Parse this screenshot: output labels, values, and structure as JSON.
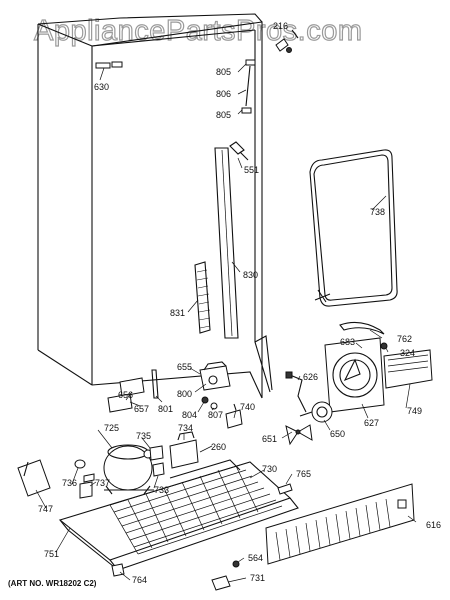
{
  "watermark": "AppliancePartsPros.com",
  "art_number": "(ART NO. WR18202 C2)",
  "part_labels": [
    {
      "id": "630",
      "text": "630"
    },
    {
      "id": "216",
      "text": "216"
    },
    {
      "id": "805a",
      "text": "805"
    },
    {
      "id": "806",
      "text": "806"
    },
    {
      "id": "805b",
      "text": "805"
    },
    {
      "id": "551",
      "text": "551"
    },
    {
      "id": "738",
      "text": "738"
    },
    {
      "id": "830",
      "text": "830"
    },
    {
      "id": "831",
      "text": "831"
    },
    {
      "id": "762",
      "text": "762"
    },
    {
      "id": "683",
      "text": "683"
    },
    {
      "id": "324",
      "text": "324"
    },
    {
      "id": "655",
      "text": "655"
    },
    {
      "id": "626",
      "text": "626"
    },
    {
      "id": "656",
      "text": "656"
    },
    {
      "id": "657",
      "text": "657"
    },
    {
      "id": "801",
      "text": "801"
    },
    {
      "id": "800",
      "text": "800"
    },
    {
      "id": "804",
      "text": "804"
    },
    {
      "id": "807",
      "text": "807"
    },
    {
      "id": "740",
      "text": "740"
    },
    {
      "id": "749",
      "text": "749"
    },
    {
      "id": "627",
      "text": "627"
    },
    {
      "id": "650",
      "text": "650"
    },
    {
      "id": "725",
      "text": "725"
    },
    {
      "id": "735",
      "text": "735"
    },
    {
      "id": "734",
      "text": "734"
    },
    {
      "id": "260",
      "text": "260"
    },
    {
      "id": "651",
      "text": "651"
    },
    {
      "id": "730",
      "text": "730"
    },
    {
      "id": "765",
      "text": "765"
    },
    {
      "id": "736",
      "text": "736"
    },
    {
      "id": "733",
      "text": "733"
    },
    {
      "id": "737",
      "text": "737"
    },
    {
      "id": "747",
      "text": "747"
    },
    {
      "id": "616",
      "text": "616"
    },
    {
      "id": "751",
      "text": "751"
    },
    {
      "id": "564",
      "text": "564"
    },
    {
      "id": "731",
      "text": "731"
    },
    {
      "id": "764",
      "text": "764"
    }
  ]
}
